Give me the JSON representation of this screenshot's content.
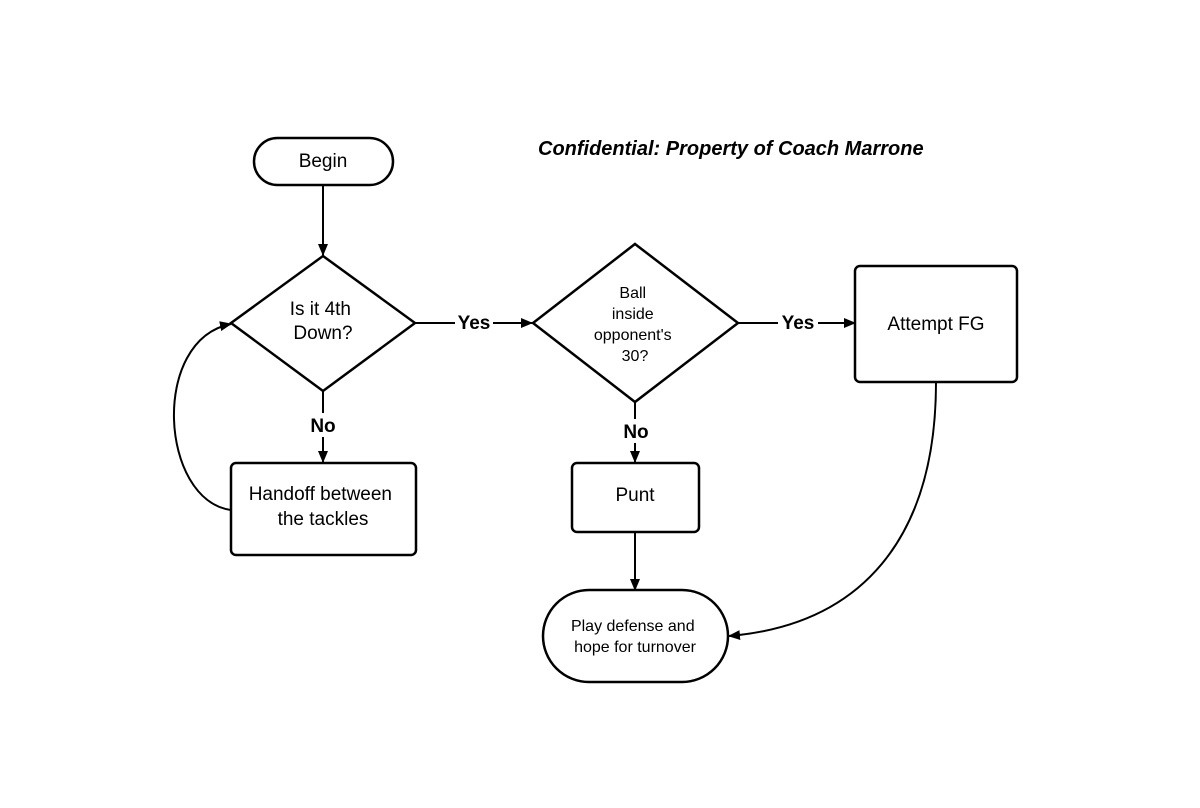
{
  "header": {
    "confidential_note": "Confidential:  Property of Coach Marrone"
  },
  "nodes": {
    "begin": {
      "lines": [
        "Begin"
      ]
    },
    "fourth_down": {
      "lines": [
        "Is it 4th",
        "Down?"
      ]
    },
    "inside_30": {
      "lines": [
        "Ball",
        "inside",
        "opponent's",
        "30?"
      ]
    },
    "attempt_fg": {
      "lines": [
        "Attempt FG"
      ]
    },
    "handoff": {
      "lines": [
        "Handoff between",
        "the tackles"
      ]
    },
    "punt": {
      "lines": [
        "Punt"
      ]
    },
    "play_defense": {
      "lines": [
        "Play defense and",
        "hope for turnover"
      ]
    }
  },
  "edges": {
    "fourth_down_yes": "Yes",
    "fourth_down_no": "No",
    "inside_30_yes": "Yes",
    "inside_30_no": "No"
  },
  "colors": {
    "stroke": "#000000",
    "fill": "#ffffff",
    "text": "#000000"
  }
}
